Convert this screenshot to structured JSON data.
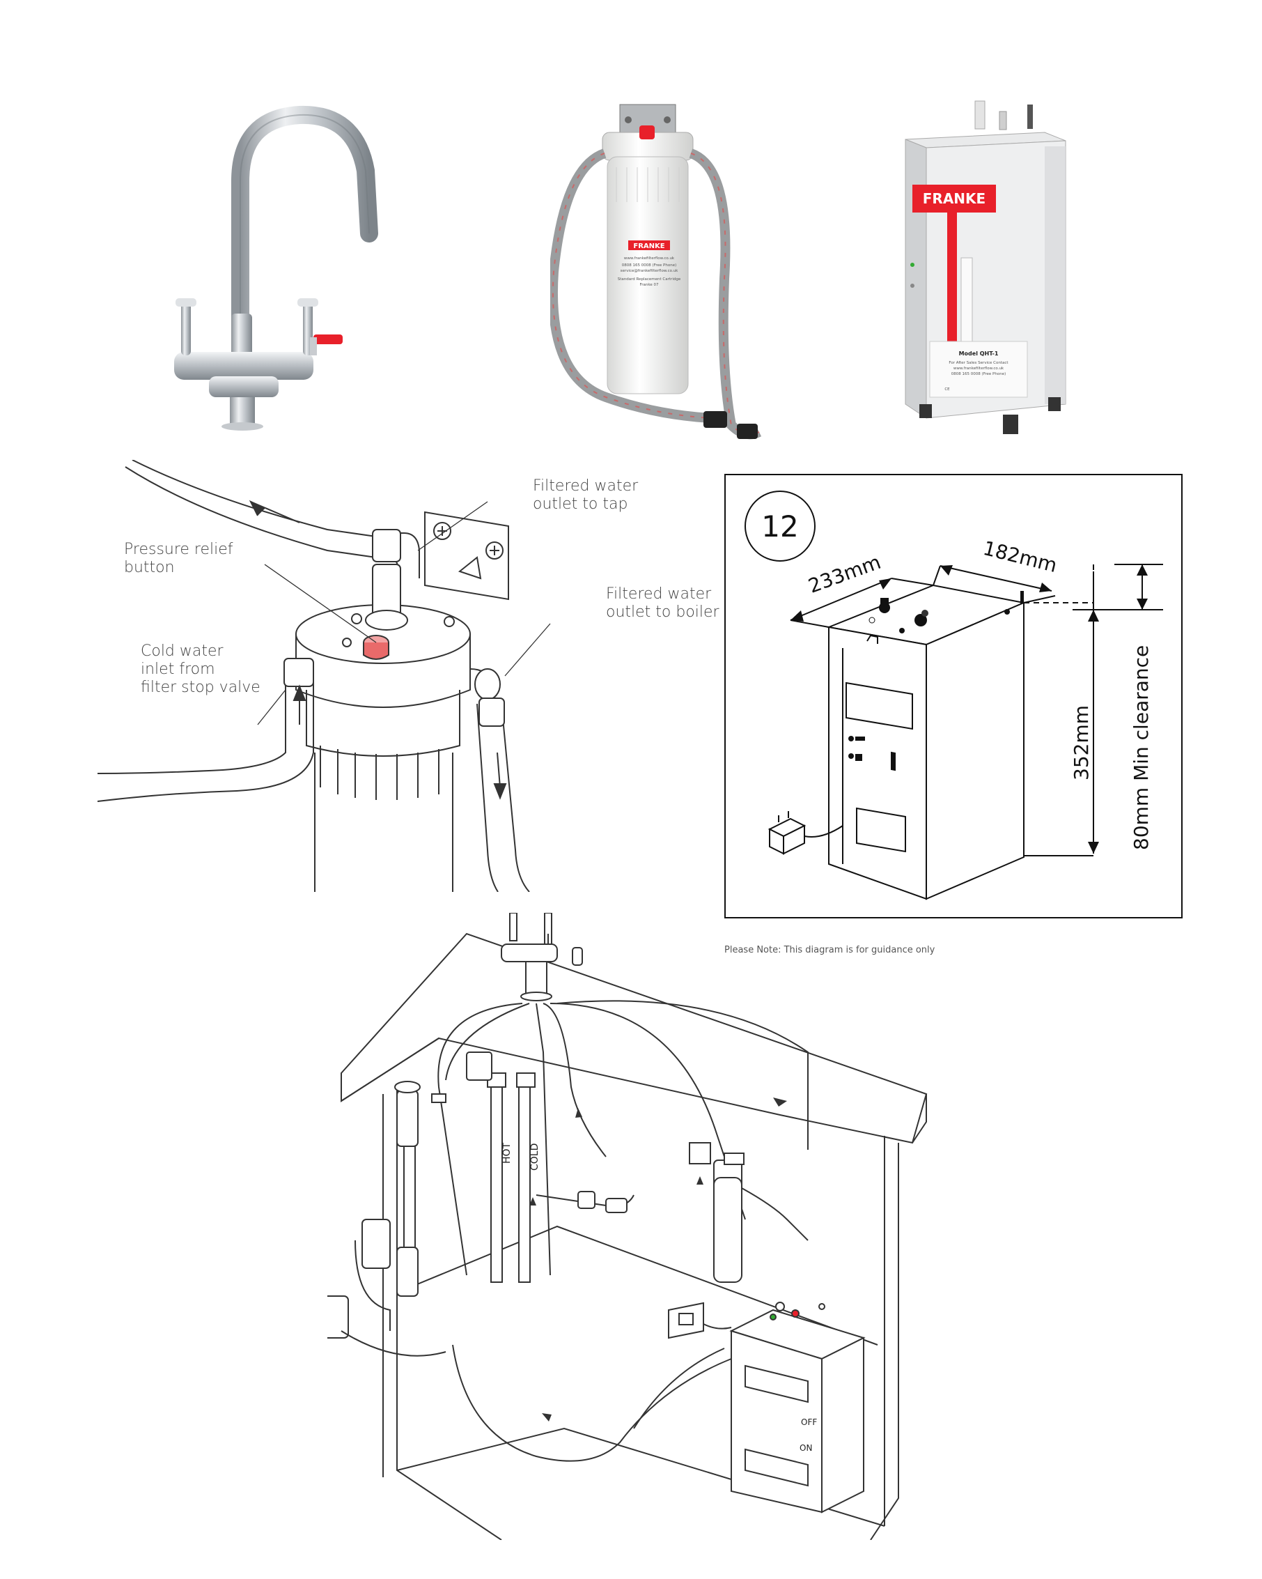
{
  "product_photos": {
    "filter_label": "FRANKE",
    "filter_small_lines": [
      "www.frankefilterflow.co.uk",
      "0808 165 0008 (Free Phone)",
      "service@frankefilterflow.co.uk",
      "Standard Replacement Cartridge",
      "Franke 07"
    ],
    "boiler_label": "FRANKE",
    "boiler_model": "Model QHT-1",
    "boiler_small_lines": [
      "For After Sales Service Contact",
      "www.frankefilterflow.co.uk",
      "0808 165 0008 (Free Phone)",
      "CE"
    ]
  },
  "filter_diagram": {
    "labels": {
      "outlet_tap": "Filtered water\noutlet to tap",
      "pressure_relief": "Pressure relief\nbutton",
      "outlet_boiler": "Filtered water\noutlet to boiler",
      "cold_inlet": "Cold water\ninlet from\nfilter stop valve"
    }
  },
  "dimension_diagram": {
    "step_number": "12",
    "width": "233mm",
    "depth": "182mm",
    "height": "352mm",
    "clearance": "80mm Min clearance"
  },
  "note": "Please Note: This diagram is for guidance only",
  "install_diagram": {
    "hot_label": "HOT",
    "cold_label": "COLD",
    "off_label": "OFF",
    "on_label": "ON"
  },
  "colors": {
    "accent_red": "#e8202a",
    "chrome": "#b9bec4",
    "line": "#333333"
  }
}
